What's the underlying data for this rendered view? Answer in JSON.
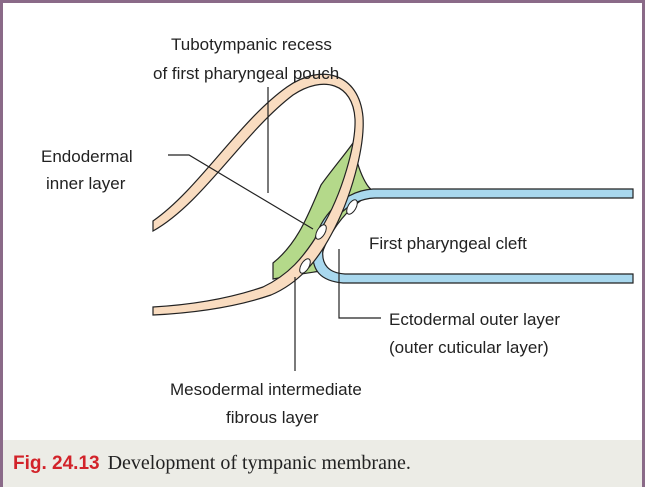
{
  "labels": {
    "recess_line1": "Tubotympanic recess",
    "recess_line2": "of first pharyngeal pouch",
    "endo_line1": "Endodermal",
    "endo_line2": "inner layer",
    "cleft": "First pharyngeal cleft",
    "ecto_line1": "Ectodermal outer layer",
    "ecto_line2": "(outer cuticular layer)",
    "meso_line1": "Mesodermal intermediate",
    "meso_line2": "fibrous layer"
  },
  "caption": {
    "number": "Fig. 24.13",
    "text": "Development of tympanic membrane."
  },
  "colors": {
    "endoderm": "#f9dcc0",
    "mesoderm": "#b4d98a",
    "ectoderm": "#a9d8ee",
    "frame": "#8a6a88",
    "caption_number": "#d2232a",
    "caption_bg": "#ecece6"
  }
}
